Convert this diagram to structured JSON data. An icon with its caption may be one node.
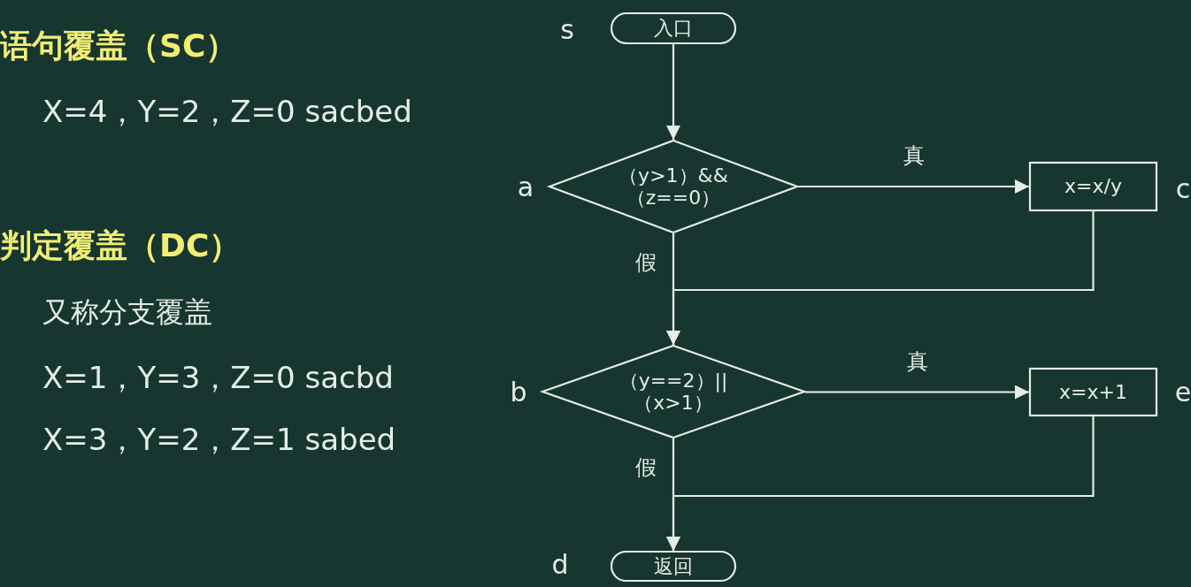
{
  "diagram": {
    "nodes": [
      {
        "text": [
          "入口"
        ],
        "beside": [
          "s"
        ]
      },
      {
        "text": [
          "（y>1）&& （z==0）"
        ],
        "beside": [
          "a"
        ]
      },
      {
        "text": [
          "x=x/y"
        ],
        "beside": [
          "c"
        ]
      },
      {
        "text": [
          "（y==2）|| （x>1）"
        ],
        "beside": [
          "b"
        ]
      },
      {
        "text": [
          "x=x+1"
        ],
        "beside": [
          "e"
        ]
      },
      {
        "text": [
          "返回"
        ],
        "beside": [
          "d"
        ]
      }
    ],
    "edges": [
      {
        "from": 0,
        "to": 1,
        "arrow": "to"
      },
      {
        "from": 1,
        "to": 2,
        "arrow": "to",
        "label": "真"
      },
      {
        "from": 1,
        "to": 3,
        "arrow": "to",
        "label": "假"
      },
      {
        "from": 2,
        "to": 3,
        "arrow": "to"
      },
      {
        "from": 3,
        "to": 4,
        "arrow": "to",
        "label": "真"
      },
      {
        "from": 3,
        "to": 5,
        "arrow": "to",
        "label": "假"
      },
      {
        "from": 4,
        "to": 5,
        "arrow": "to"
      }
    ],
    "labels": [
      "语句覆盖（SC）",
      "X=4，Y=2，Z=0 sacbed",
      "判定覆盖（DC）",
      "又称分支覆盖",
      "X=1，Y=3，Z=0 sacbd",
      "X=3，Y=2，Z=1 sabed"
    ]
  }
}
